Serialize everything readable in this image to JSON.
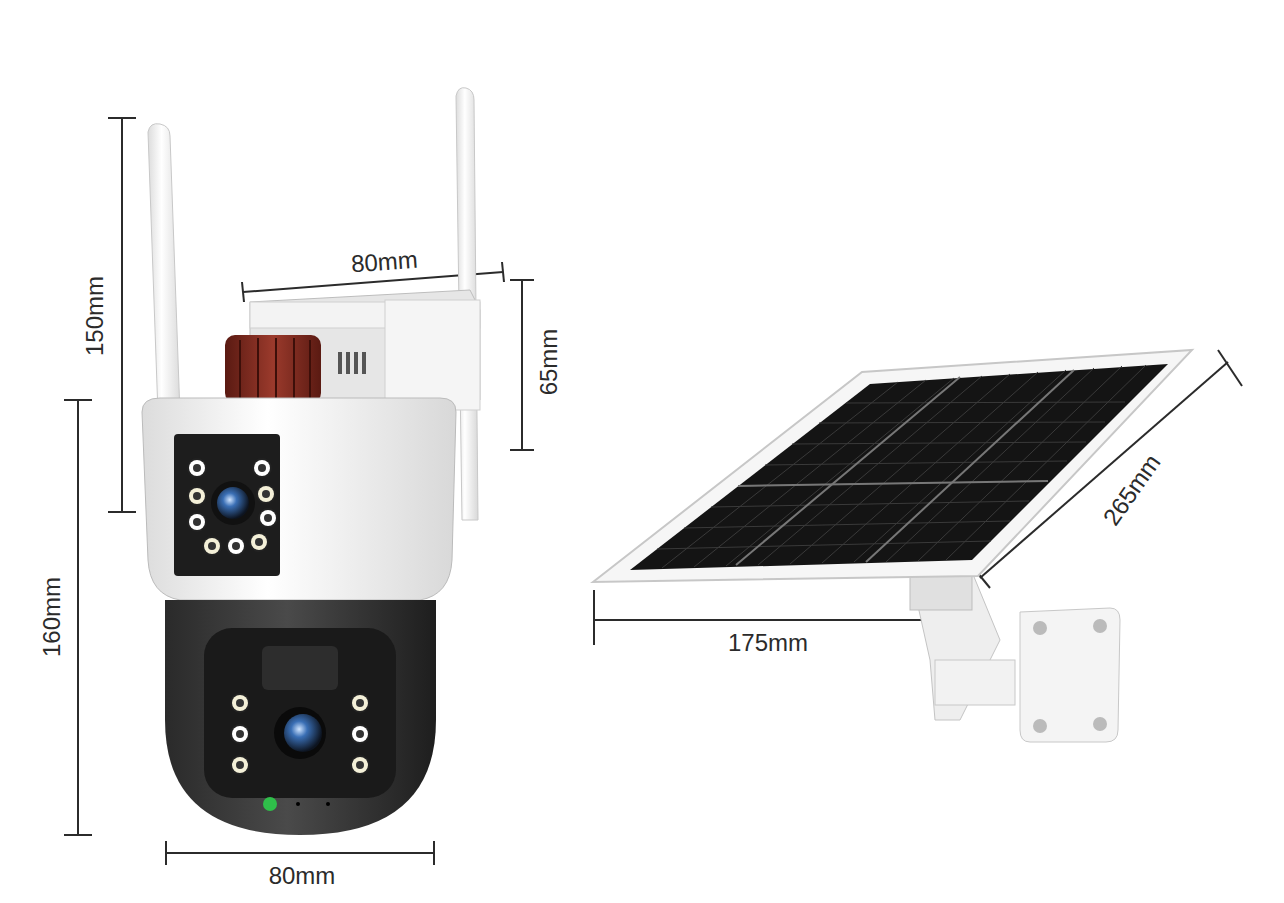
{
  "diagram": {
    "labels": [
      "150mm",
      "80mm",
      "65mm",
      "160mm",
      "80mm",
      "175mm",
      "265mm"
    ]
  }
}
